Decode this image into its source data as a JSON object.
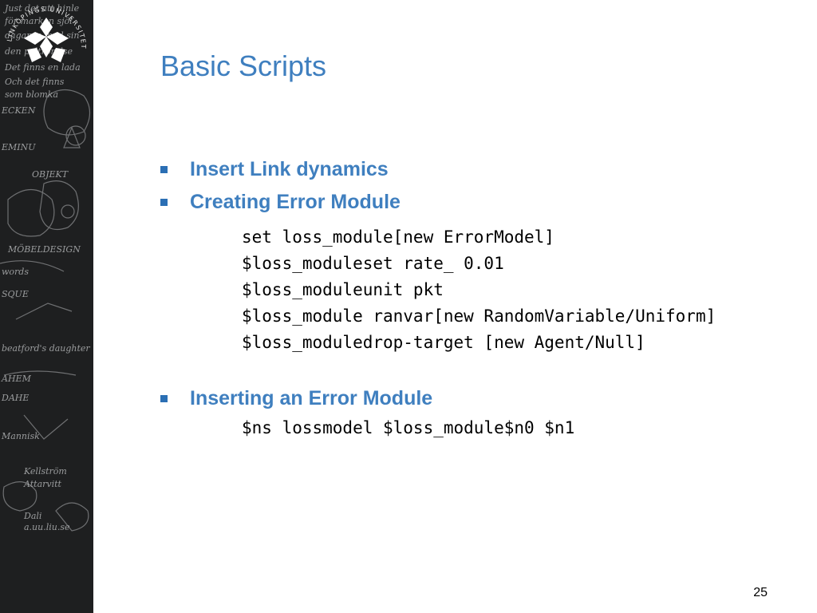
{
  "slide": {
    "title": "Basic Scripts",
    "bullets": [
      {
        "label": "Insert Link dynamics",
        "code": []
      },
      {
        "label": "Creating Error Module",
        "code": [
          "set loss_module[new ErrorModel]",
          "$loss_moduleset rate_ 0.01",
          "$loss_moduleunit pkt",
          "$loss_module ranvar[new RandomVariable/Uniform]",
          "$loss_moduledrop-target [new Agent/Null]"
        ]
      },
      {
        "label": "Inserting an Error Module",
        "code": [
          "$ns lossmodel $loss_module$n0 $n1"
        ]
      }
    ],
    "page_number": "25"
  },
  "colors": {
    "title": "#3f7fbf",
    "bullet_marker": "#2b6fb4",
    "side_panel": "#1e1f20"
  },
  "side_panel": {
    "sketch_text": [
      "Just det att hinle",
      "för marken sjöl",
      "dagarna mod sin",
      "den paltrörelse",
      "Det finns en lada",
      "Och det finns",
      "som blomka",
      "ECKEN",
      "EMINU",
      "OBJEKT",
      "MÖBELDESIGN",
      "words",
      "SQUE",
      "beatford's daughter",
      "AHEM",
      "DAHE",
      "Mannisk",
      "Kellström",
      "Attarvitt",
      "Dali",
      "a.uu.liu.se"
    ],
    "logo_text": "LINKÖPINGS UNIVERSITET"
  }
}
